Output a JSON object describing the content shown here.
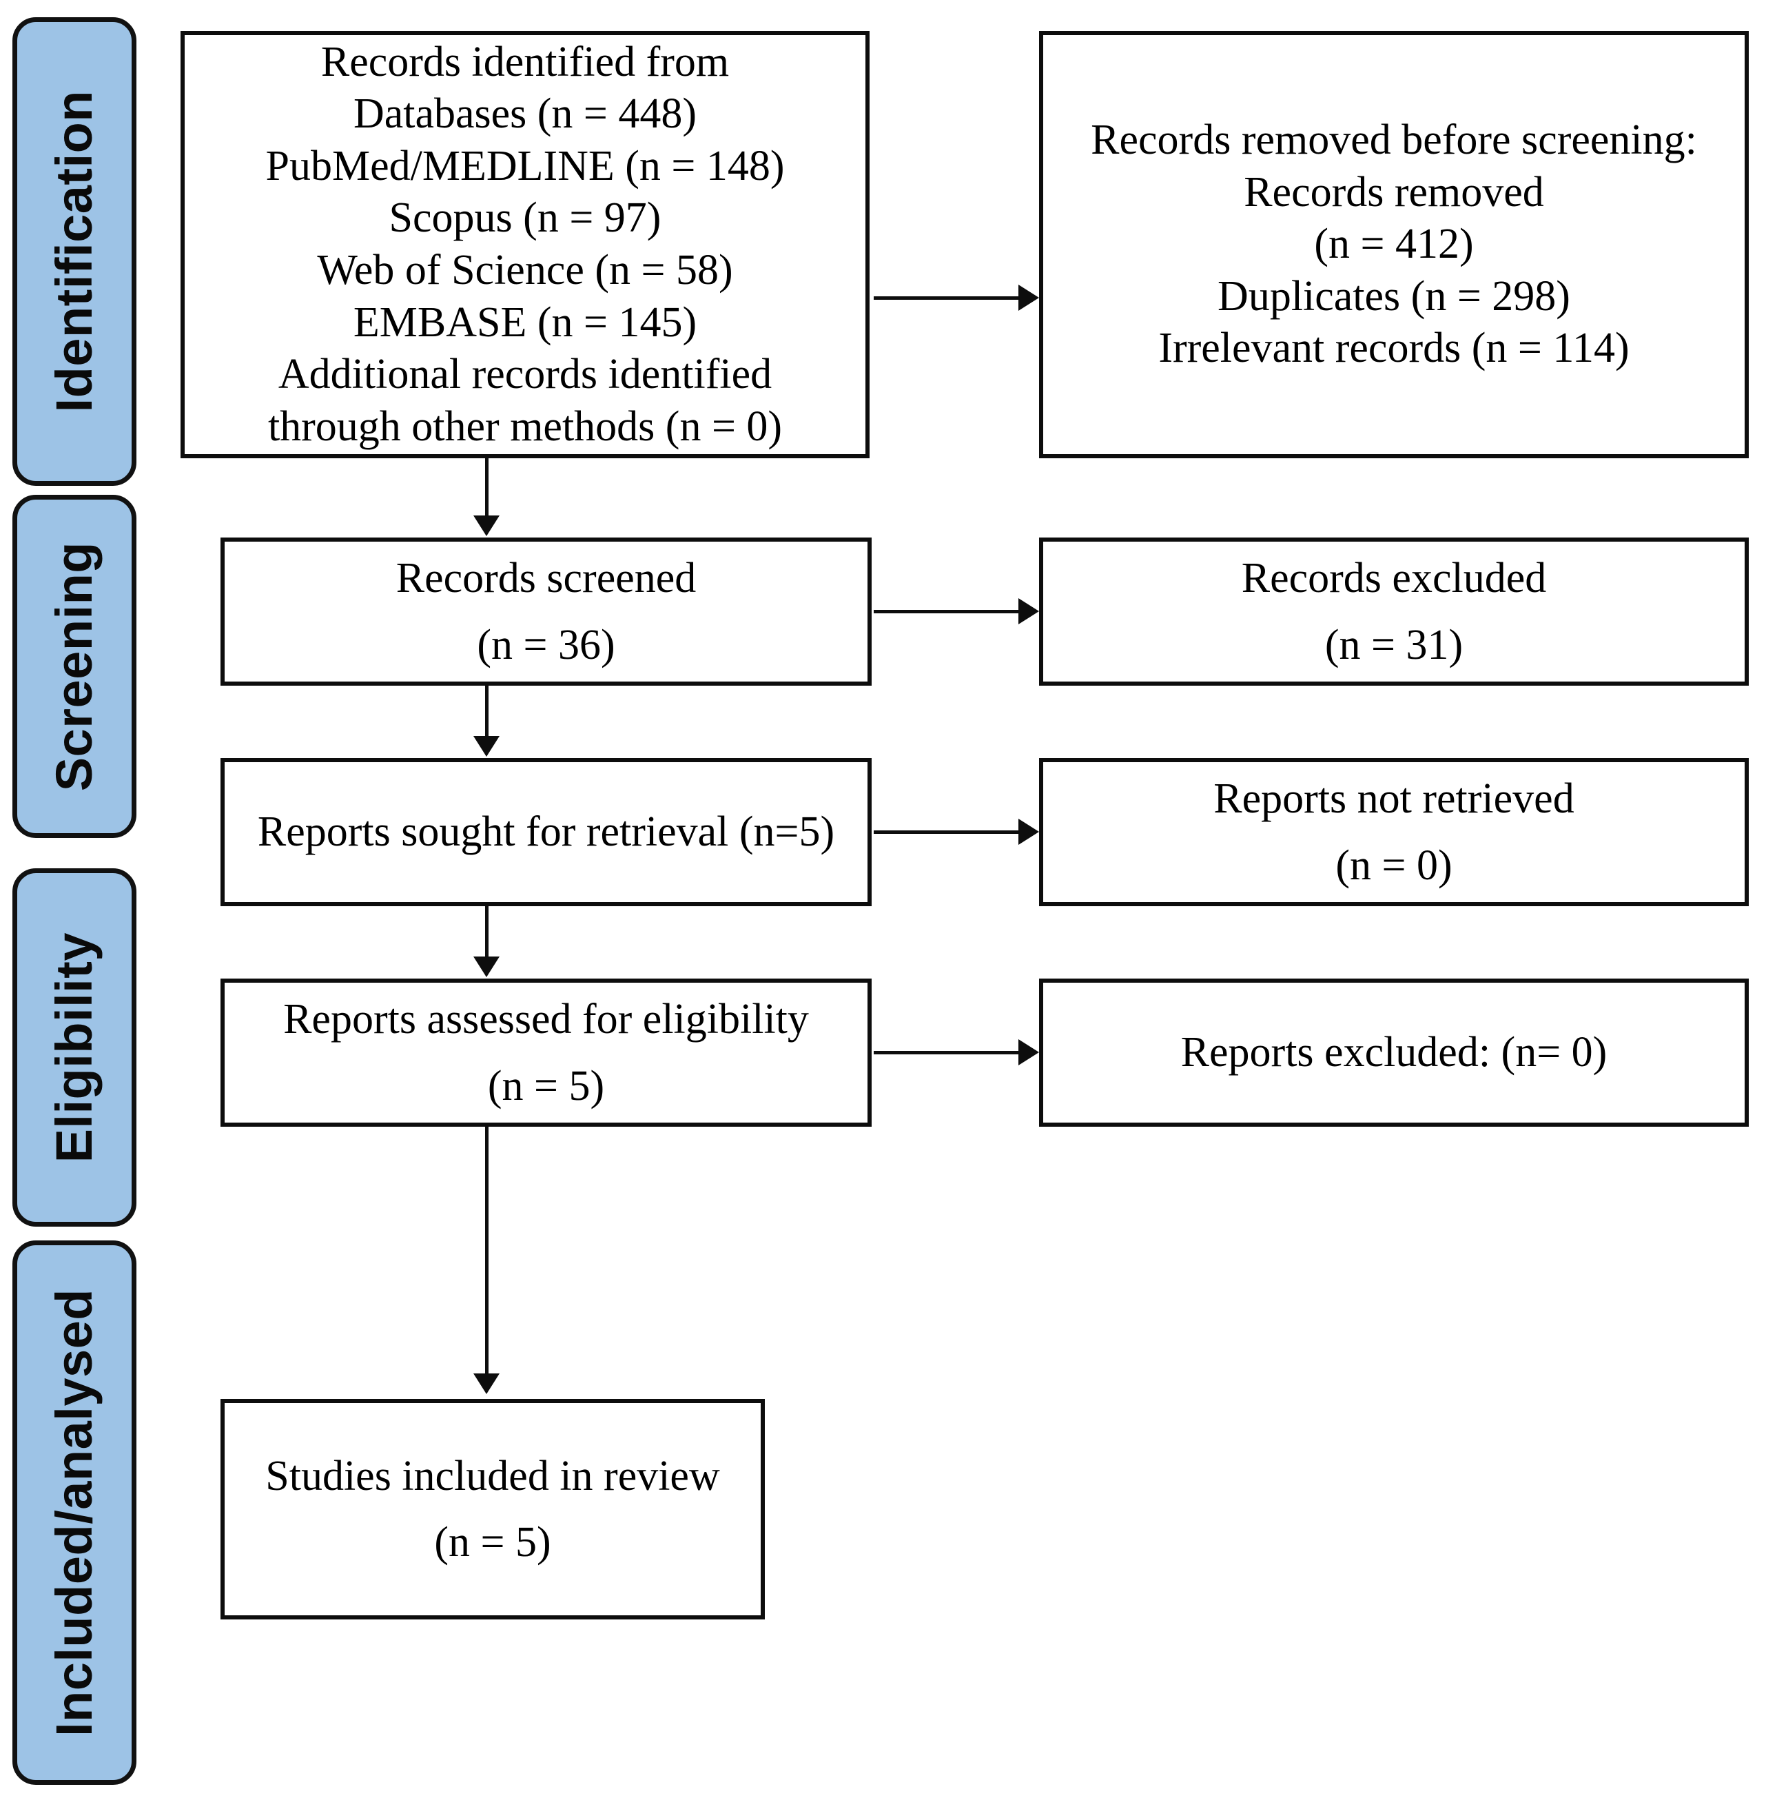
{
  "diagram": {
    "title": "PRISMA flow diagram",
    "accent_blue": "#9DC3E6",
    "line_color": "#0D0D0D"
  },
  "stages": [
    {
      "id": "identification",
      "label": "Identification"
    },
    {
      "id": "screening",
      "label": "Screening"
    },
    {
      "id": "eligibility",
      "label": "Eligibility"
    },
    {
      "id": "included",
      "label": "Included/analysed"
    }
  ],
  "boxes": {
    "identified": {
      "lines": [
        "Records identified from",
        "Databases (n = 448)",
        "PubMed/MEDLINE (n = 148)",
        "Scopus (n = 97)",
        "Web of Science (n = 58)",
        "EMBASE (n = 145)",
        "Additional records identified",
        "through other methods (n = 0)"
      ]
    },
    "removed": {
      "lines": [
        "Records removed before screening:",
        "Records removed",
        "(n = 412)",
        "Duplicates (n = 298)",
        "Irrelevant records (n = 114)"
      ]
    },
    "screened": {
      "lines": [
        "Records screened",
        "(n = 36)"
      ]
    },
    "excluded": {
      "lines": [
        "Records excluded",
        "(n = 31)"
      ]
    },
    "sought": {
      "lines": [
        "Reports sought for retrieval (n=5)"
      ]
    },
    "not_retrieved": {
      "lines": [
        "Reports not retrieved",
        "(n = 0)"
      ]
    },
    "assessed": {
      "lines": [
        "Reports assessed for eligibility",
        "(n = 5)"
      ]
    },
    "reports_excluded": {
      "lines": [
        "Reports excluded: (n= 0)"
      ]
    },
    "included_review": {
      "lines": [
        "Studies included in review",
        "(n = 5)"
      ]
    }
  },
  "counts": {
    "databases_total": 448,
    "pubmed_medline": 148,
    "scopus": 97,
    "web_of_science": 58,
    "embase": 145,
    "additional_other_methods": 0,
    "records_removed": 412,
    "duplicates": 298,
    "irrelevant_records": 114,
    "records_screened": 36,
    "records_excluded": 31,
    "reports_sought": 5,
    "reports_not_retrieved": 0,
    "reports_assessed": 5,
    "reports_excluded": 0,
    "studies_included": 5
  }
}
